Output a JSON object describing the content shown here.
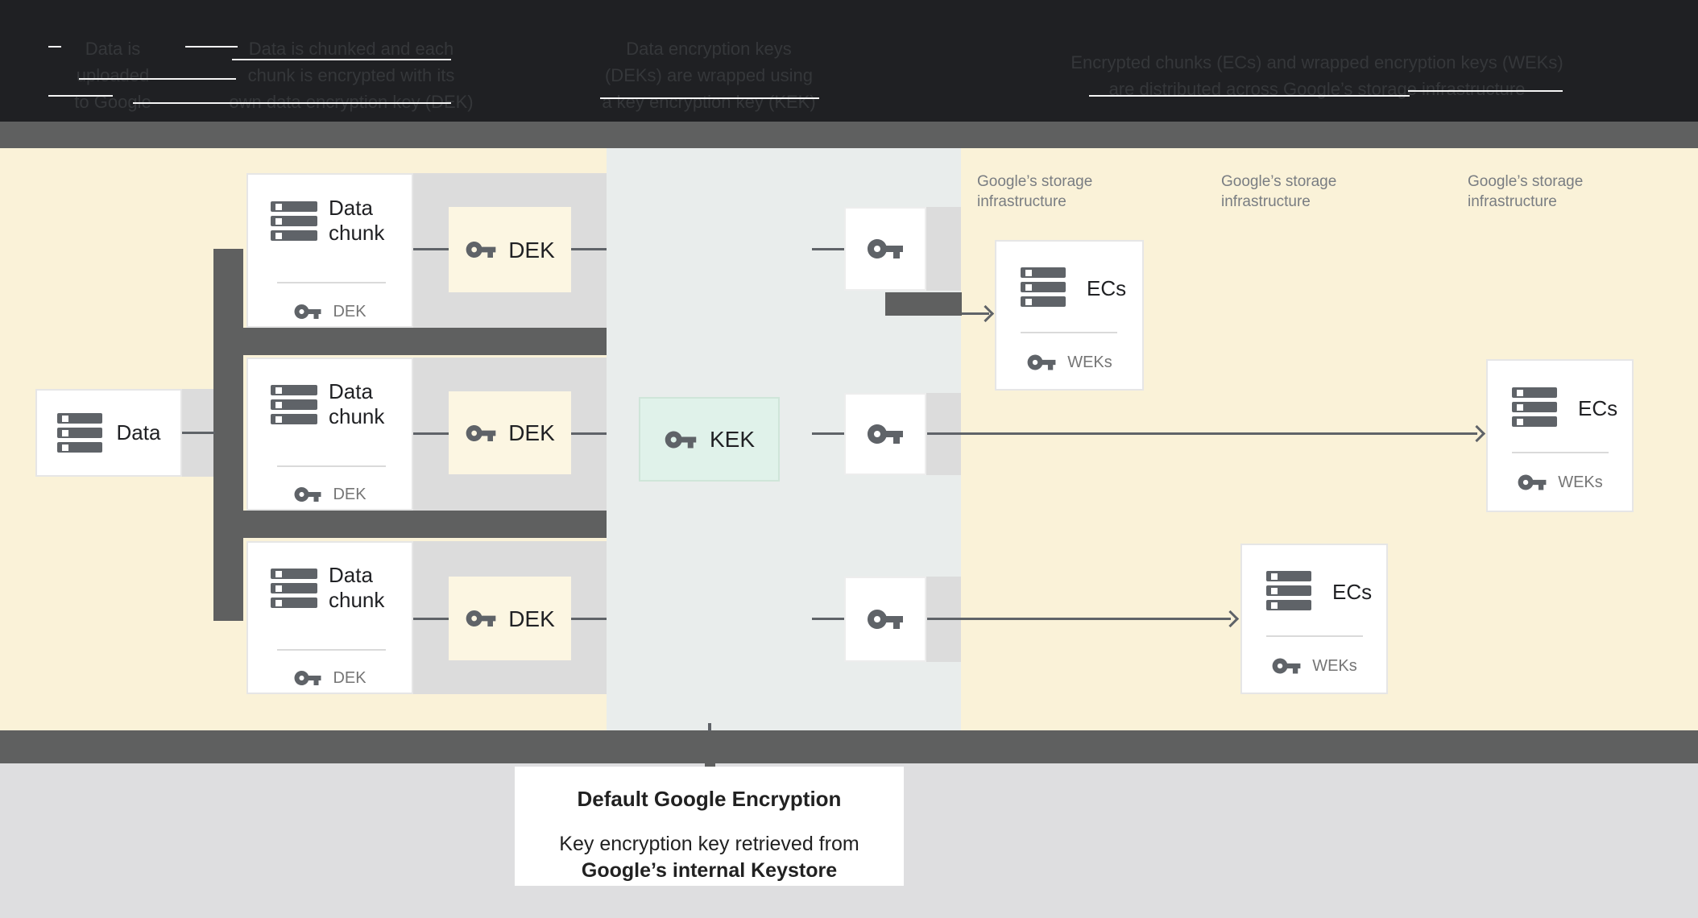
{
  "header": {
    "columns": [
      {
        "lines": [
          "Data is",
          "uploaded",
          "to Google"
        ]
      },
      {
        "lines": [
          "Data is chunked and each",
          "chunk is encrypted with its",
          "own data encryption key (DEK)"
        ]
      },
      {
        "lines": [
          "Data encryption keys",
          "(DEKs) are wrapped using",
          "a key encryption key (KEK)"
        ]
      },
      {
        "lines": [
          "Encrypted chunks (ECs) and wrapped encryption keys (WEKs)",
          "are distributed across Google’s storage infrastructure"
        ]
      }
    ]
  },
  "diagram": {
    "data_box": {
      "label": "Data",
      "icon": "data-icon"
    },
    "chunks": [
      {
        "title": "Data chunk",
        "key_label": "DEK",
        "icon": "data-chunk-icon",
        "key_icon": "key-icon"
      },
      {
        "title": "Data chunk",
        "key_label": "DEK",
        "icon": "data-chunk-icon",
        "key_icon": "key-icon"
      },
      {
        "title": "Data chunk",
        "key_label": "DEK",
        "icon": "data-chunk-icon",
        "key_icon": "key-icon"
      }
    ],
    "dek_boxes": [
      {
        "label": "DEK",
        "icon": "key-icon",
        "color": "#fcf6e2"
      },
      {
        "label": "DEK",
        "icon": "key-icon",
        "color": "#fcf6e2"
      },
      {
        "label": "DEK",
        "icon": "key-icon",
        "color": "#fcf6e2"
      }
    ],
    "kek_box": {
      "label": "KEK",
      "icon": "key-icon",
      "color": "#e0f2ea"
    },
    "key_boxes": [
      {
        "icon": "key-icon"
      },
      {
        "icon": "key-icon"
      },
      {
        "icon": "key-icon"
      }
    ],
    "storage_labels": [
      {
        "text": "Google’s storage infrastructure"
      },
      {
        "text": "Google’s storage infrastructure"
      },
      {
        "text": "Google’s storage infrastructure"
      }
    ],
    "ecs_boxes": [
      {
        "title": "ECs",
        "key_label": "WEKs",
        "icon": "encrypted-chunks-icon",
        "key_icon": "key-icon"
      },
      {
        "title": "ECs",
        "key_label": "WEKs",
        "icon": "encrypted-chunks-icon",
        "key_icon": "key-icon"
      },
      {
        "title": "ECs",
        "key_label": "WEKs",
        "icon": "encrypted-chunks-icon",
        "key_icon": "key-icon"
      }
    ]
  },
  "caption": {
    "title": "Default Google Encryption",
    "line1": "Key encryption key retrieved from",
    "line2": "Google’s internal Keystore"
  },
  "colors": {
    "header_bg": "#1f2023",
    "bar_gray": "#5f6060",
    "cream": "#faf2d8",
    "mid_section": "#e9edec",
    "row_band": "#dcdcdc",
    "mint": "#e0f2ea",
    "icon_gray": "#5f6368",
    "muted_text": "#757575",
    "bottom_bg": "#dedee0"
  }
}
